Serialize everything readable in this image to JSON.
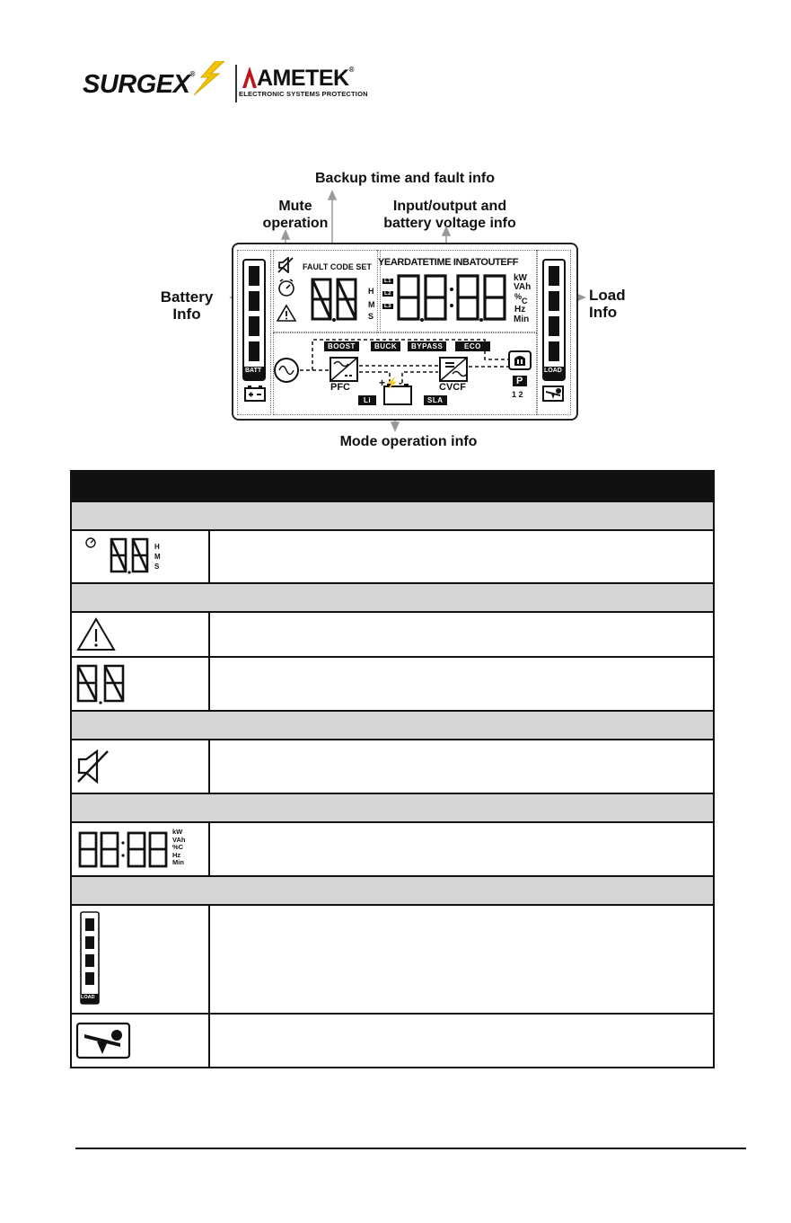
{
  "brand": {
    "surgex": "SURGE",
    "surgex_x": "X",
    "ametek": "AMETEK",
    "ametek_registered": "®",
    "ametek_sub": "ELECTRONIC SYSTEMS PROTECTION"
  },
  "callouts": {
    "backup": "Backup time and fault info",
    "mute_1": "Mute",
    "mute_2": "operation",
    "io_1": "Input/output and",
    "io_2": "battery voltage info",
    "battery_1": "Battery",
    "battery_2": "Info",
    "load_1": "Load",
    "load_2": "Info",
    "mode": "Mode operation info"
  },
  "lcd": {
    "fault_code_set": "FAULT CODE  SET",
    "top_labels": "YEARDATETIME INBATOUTEFF",
    "hms_h": "H",
    "hms_m": "M",
    "hms_s": "S",
    "unit_kw": "kW",
    "unit_vah": "VAh",
    "unit_pct": "%",
    "unit_c": "C",
    "unit_hz": "Hz",
    "unit_min": "Min",
    "l1": "L1",
    "l2": "L2",
    "l3": "L3",
    "boost": "BOOST",
    "buck": "BUCK",
    "bypass": "BYPASS",
    "eco": "ECO",
    "pfc": "PFC",
    "cvcf": "CVCF",
    "li": "Li",
    "sla": "SLA",
    "batt": "BATT",
    "load": "LOAD",
    "p": "P",
    "p_nums": "1 2",
    "battery_sign": "+-",
    "battery_center": "+⚡-"
  },
  "table": {
    "rows": [
      {
        "type": "header"
      },
      {
        "type": "section"
      },
      {
        "type": "row",
        "icon": "timer-digits-icon",
        "hms": [
          "H",
          "M",
          "S"
        ]
      },
      {
        "type": "section"
      },
      {
        "type": "row",
        "icon": "warning-triangle-icon"
      },
      {
        "type": "row",
        "icon": "fault-code-digits-icon"
      },
      {
        "type": "section"
      },
      {
        "type": "row",
        "icon": "mute-speaker-icon"
      },
      {
        "type": "section"
      },
      {
        "type": "row",
        "icon": "four-digit-display-icon"
      },
      {
        "type": "section"
      },
      {
        "type": "row",
        "icon": "load-level-bars-icon"
      },
      {
        "type": "row",
        "icon": "overload-seesaw-icon"
      }
    ],
    "units_small": {
      "kw": "kW",
      "vah": "VAh",
      "pct": "%",
      "c": "C",
      "hz": "Hz",
      "min": "Min"
    },
    "load_label": "LOAD"
  }
}
